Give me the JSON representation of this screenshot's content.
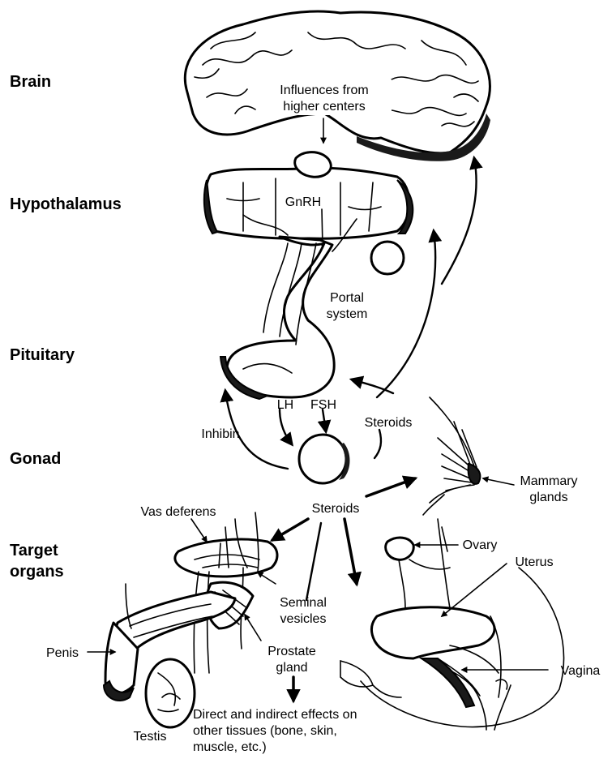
{
  "levels": {
    "brain": "Brain",
    "hypothalamus": "Hypothalamus",
    "pituitary": "Pituitary",
    "gonad": "Gonad",
    "target_line1": "Target",
    "target_line2": "organs"
  },
  "labels": {
    "influences_line1": "Influences from",
    "influences_line2": "higher centers",
    "gnrh": "GnRH",
    "portal_line1": "Portal",
    "portal_line2": "system",
    "lh": "LH",
    "fsh": "FSH",
    "inhibin": "Inhibin",
    "steroids_upper": "Steroids",
    "steroids_lower": "Steroids",
    "mammary_line1": "Mammary",
    "mammary_line2": "glands",
    "vas_deferens": "Vas deferens",
    "seminal_line1": "Seminal",
    "seminal_line2": "vesicles",
    "prostate_line1": "Prostate",
    "prostate_line2": "gland",
    "penis": "Penis",
    "testis": "Testis",
    "ovary": "Ovary",
    "uterus": "Uterus",
    "vagina": "Vagina",
    "effects_line1": "Direct and indirect effects on",
    "effects_line2": "other tissues (bone, skin,",
    "effects_line3": "muscle, etc.)"
  }
}
